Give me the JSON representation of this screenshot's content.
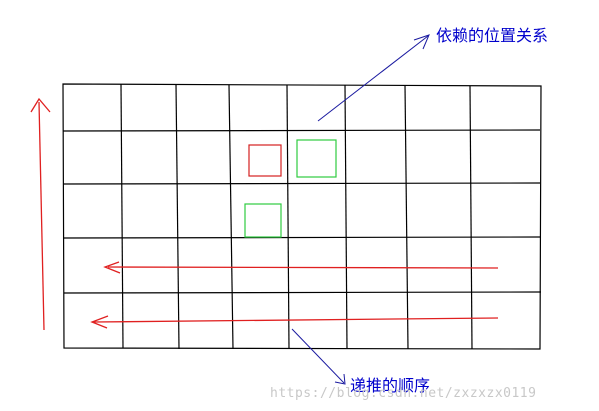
{
  "labels": {
    "dependency_label": "依赖的位置关系",
    "order_label": "递推的顺序"
  },
  "watermark": "https://blog.csdn.net/zxzxzx0119",
  "colors": {
    "grid": "#000000",
    "arrow_red": "#e02020",
    "arrow_blue": "#1a1aa0",
    "label_blue": "#0000cc",
    "cell_red": "#d42020",
    "cell_green": "#2ecc40"
  },
  "grid": {
    "rows": 5,
    "cols": 8
  }
}
